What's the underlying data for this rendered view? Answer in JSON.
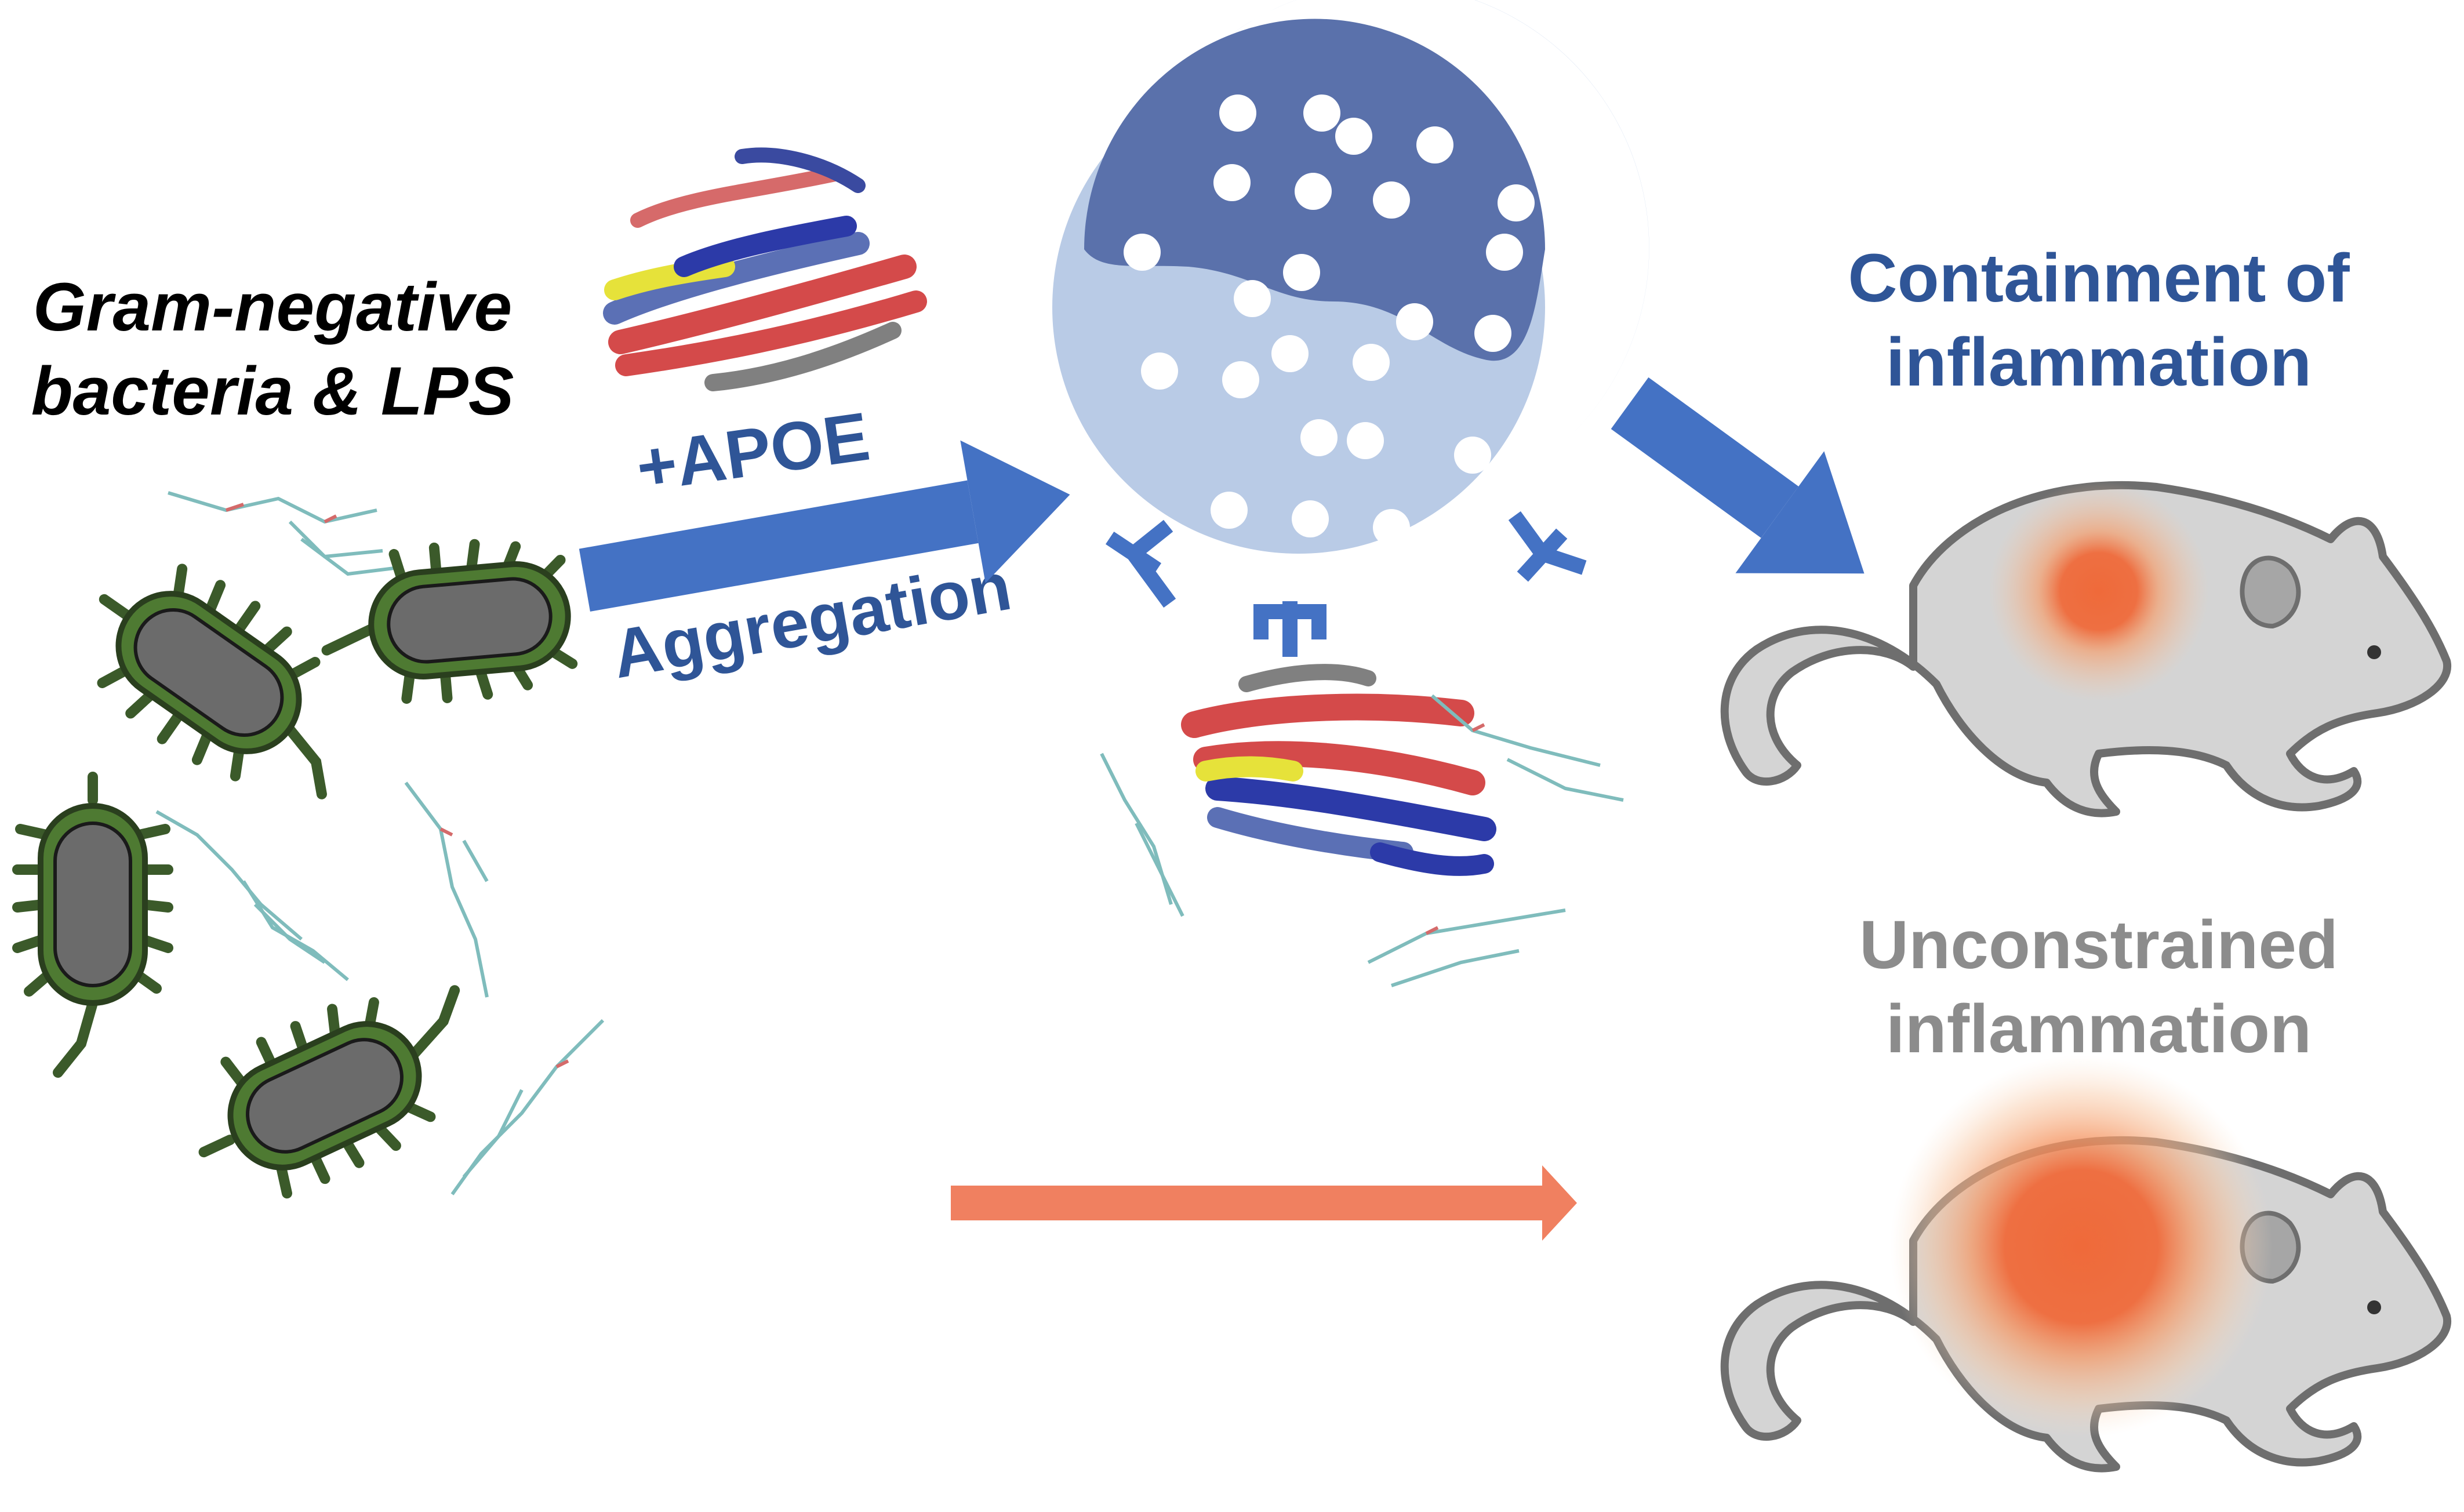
{
  "labels": {
    "source_line1": "Gram-negative",
    "source_line2": "bacteria & LPS",
    "apoe": "+APOE",
    "aggregation": "Aggregation",
    "outcome_top_line1": "Containment of",
    "outcome_top_line2": "inflammation",
    "outcome_bottom_line1": "Unconstrained",
    "outcome_bottom_line2": "inflammation"
  },
  "colors": {
    "blue_arrow": "#4472c4",
    "red_arrow": "#f08060",
    "dark_blue": "#5a71ab",
    "light_blue": "#b9cbe6",
    "bacteria_outline": "#3b5a2a",
    "bacteria_body": "#6b6b6b",
    "mouse_body": "#d4d4d4",
    "mouse_outline": "#6e6e6e",
    "inflammation": "#ef6a3a",
    "text_black": "#000000",
    "text_blue": "#2f5597",
    "text_grey": "#8c8c8c"
  }
}
